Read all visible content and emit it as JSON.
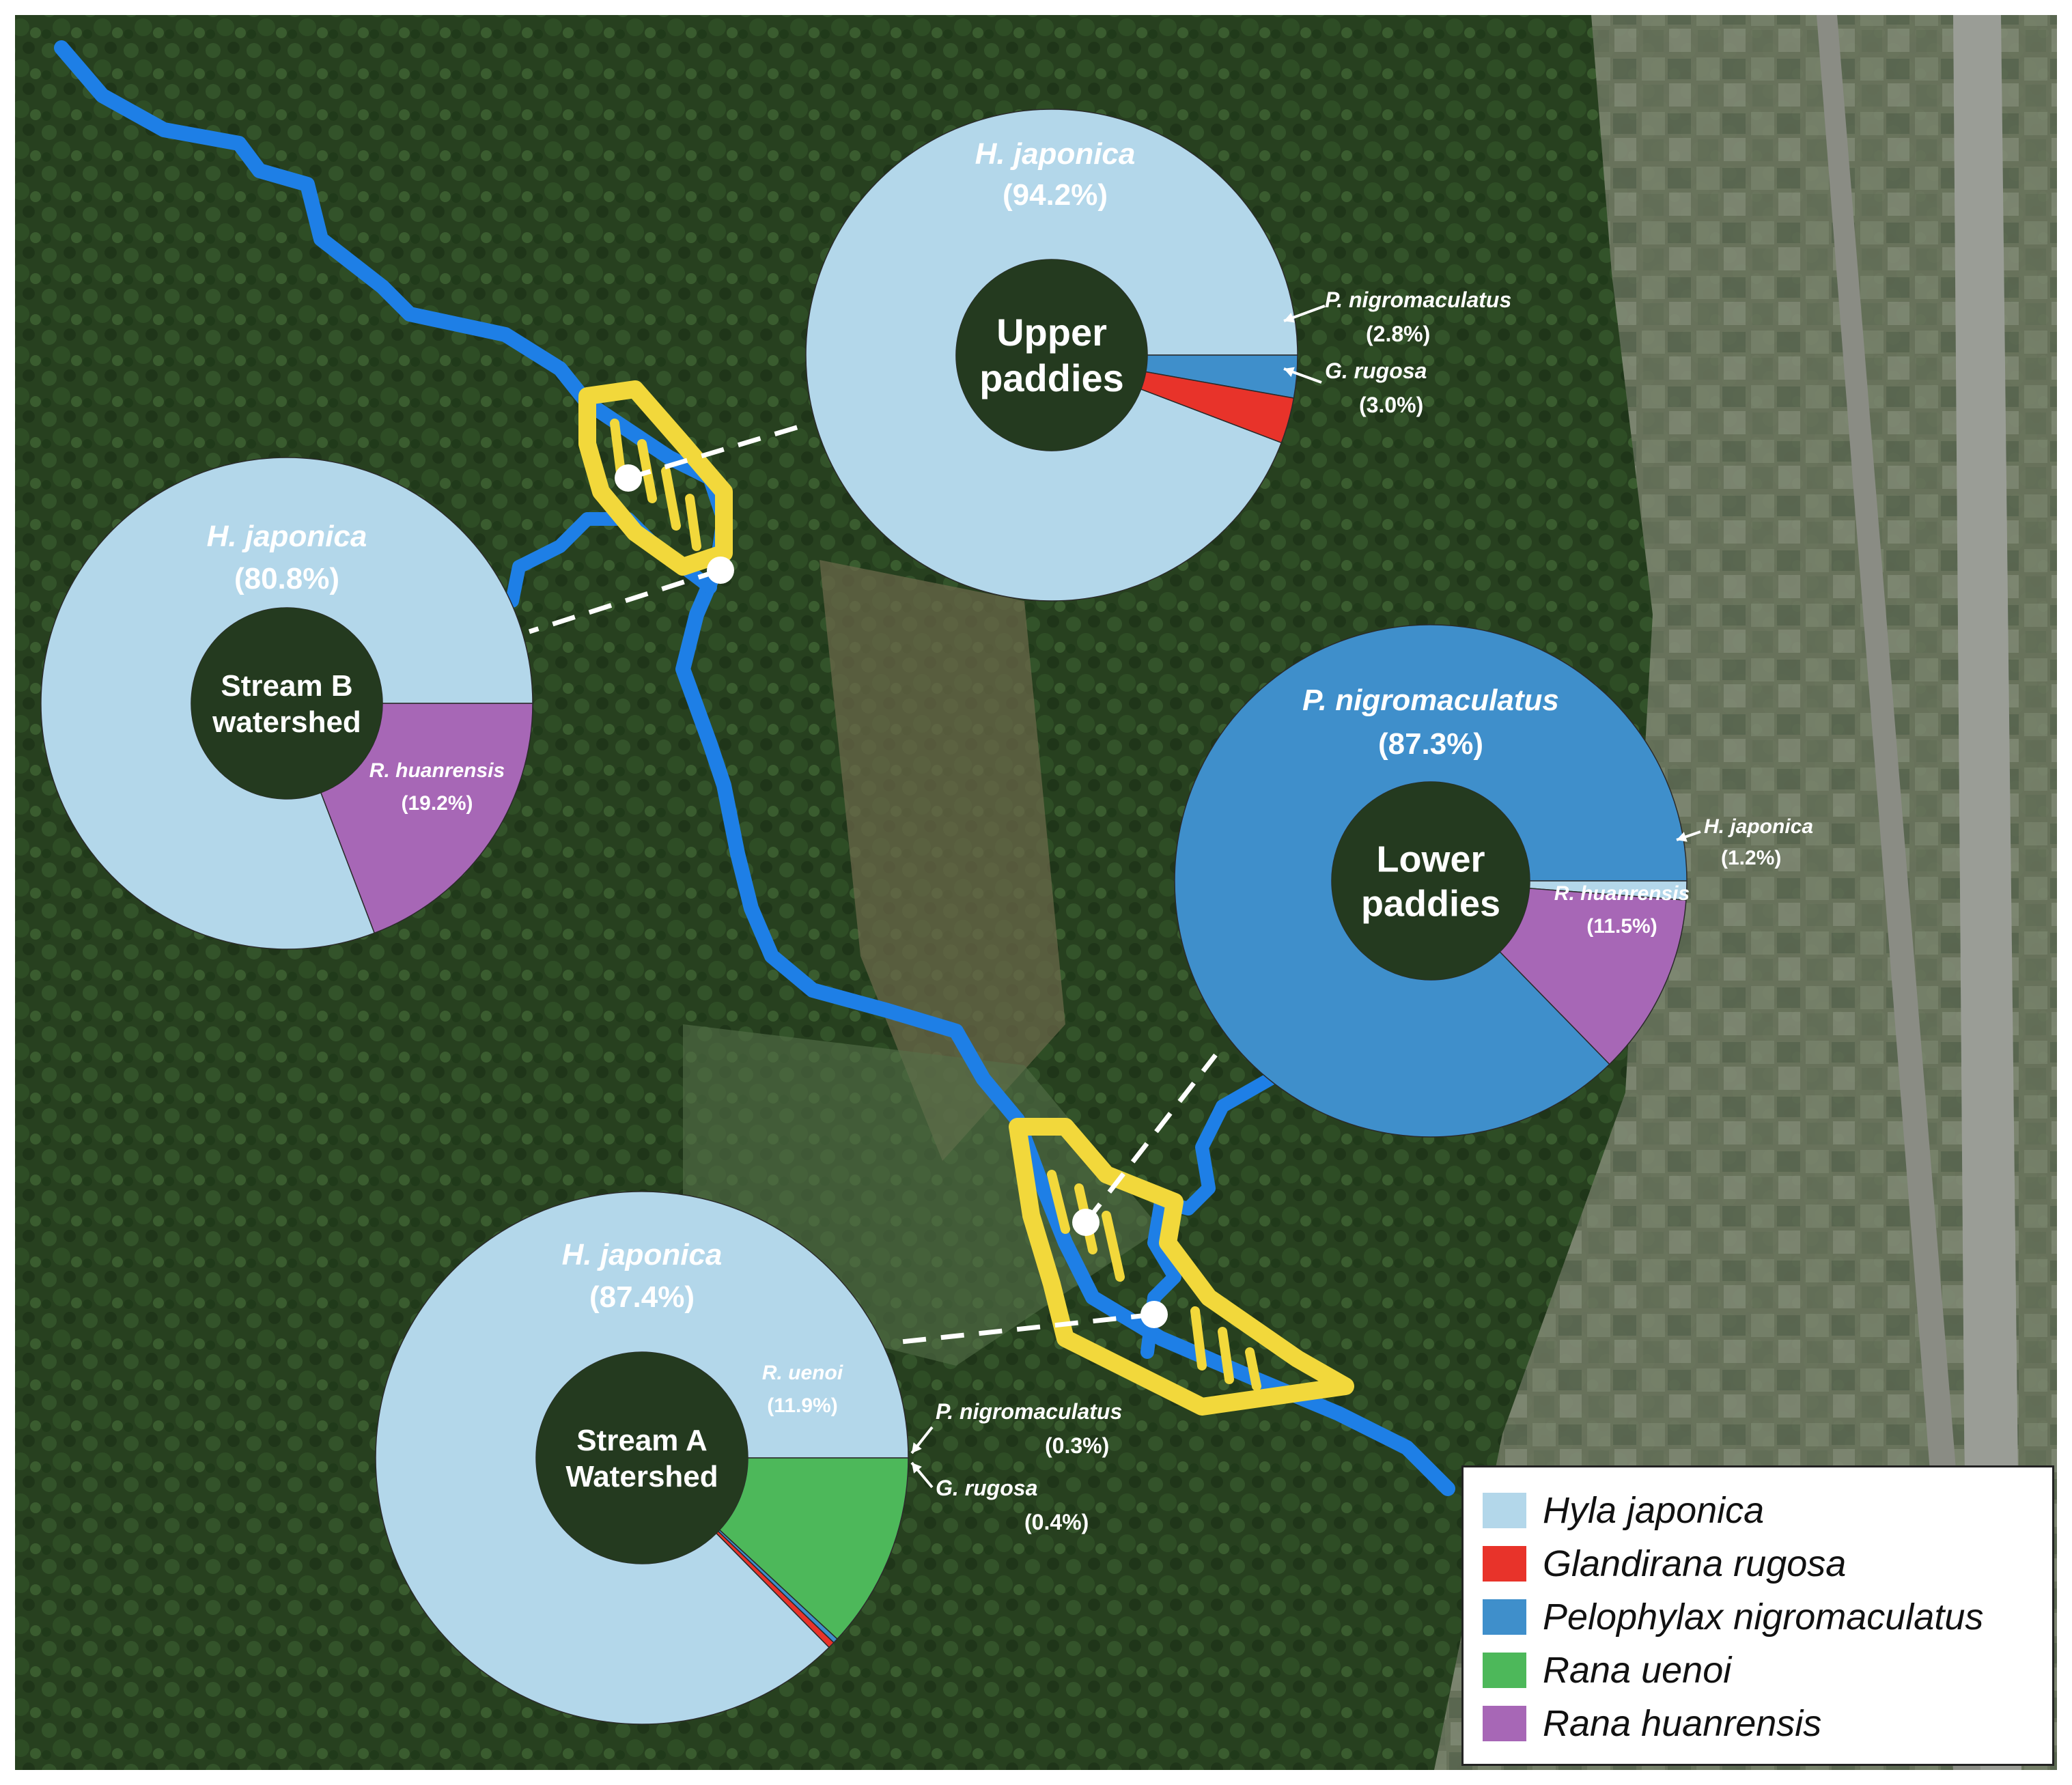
{
  "colors": {
    "hyla": "#b3d7ea",
    "glandirana": "#e8332a",
    "pelophylax": "#3f8fcb",
    "rana_uenoi": "#4db85a",
    "rana_huanrensis": "#a767b6",
    "stream": "#1e7fe6",
    "paddy": "#f2d83b"
  },
  "legend": [
    {
      "label": "Hyla japonica",
      "color_key": "hyla"
    },
    {
      "label": "Glandirana rugosa",
      "color_key": "glandirana"
    },
    {
      "label": "Pelophylax nigromaculatus",
      "color_key": "pelophylax"
    },
    {
      "label": "Rana uenoi",
      "color_key": "rana_uenoi"
    },
    {
      "label": "Rana huanrensis",
      "color_key": "rana_huanrensis"
    }
  ],
  "chart_data": [
    {
      "type": "pie",
      "center_label": [
        "Upper",
        "paddies"
      ],
      "slices": [
        {
          "species": "H. japonica",
          "value": 94.2,
          "label": "H. japonica",
          "pct": "(94.2%)",
          "color_key": "hyla"
        },
        {
          "species": "P. nigromaculatus",
          "value": 2.8,
          "label": "P. nigromaculatus",
          "pct": "(2.8%)",
          "color_key": "pelophylax"
        },
        {
          "species": "G. rugosa",
          "value": 3.0,
          "label": "G. rugosa",
          "pct": "(3.0%)",
          "color_key": "glandirana"
        }
      ]
    },
    {
      "type": "pie",
      "center_label": [
        "Stream B",
        "watershed"
      ],
      "slices": [
        {
          "species": "H. japonica",
          "value": 80.8,
          "label": "H. japonica",
          "pct": "(80.8%)",
          "color_key": "hyla"
        },
        {
          "species": "R. huanrensis",
          "value": 19.2,
          "label": "R. huanrensis",
          "pct": "(19.2%)",
          "color_key": "rana_huanrensis"
        }
      ]
    },
    {
      "type": "pie",
      "center_label": [
        "Lower",
        "paddies"
      ],
      "slices": [
        {
          "species": "P. nigromaculatus",
          "value": 87.3,
          "label": "P. nigromaculatus",
          "pct": "(87.3%)",
          "color_key": "pelophylax"
        },
        {
          "species": "H. japonica",
          "value": 1.2,
          "label": "H. japonica",
          "pct": "(1.2%)",
          "color_key": "hyla"
        },
        {
          "species": "R. huanrensis",
          "value": 11.5,
          "label": "R. huanrensis",
          "pct": "(11.5%)",
          "color_key": "rana_huanrensis"
        }
      ]
    },
    {
      "type": "pie",
      "center_label": [
        "Stream A",
        "Watershed"
      ],
      "slices": [
        {
          "species": "H. japonica",
          "value": 87.4,
          "label": "H. japonica",
          "pct": "(87.4%)",
          "color_key": "hyla"
        },
        {
          "species": "R. uenoi",
          "value": 11.9,
          "label": "R. uenoi",
          "pct": "(11.9%)",
          "color_key": "rana_uenoi"
        },
        {
          "species": "P. nigromaculatus",
          "value": 0.3,
          "label": "P. nigromaculatus",
          "pct": "(0.3%)",
          "color_key": "pelophylax"
        },
        {
          "species": "G. rugosa",
          "value": 0.4,
          "label": "G. rugosa",
          "pct": "(0.4%)",
          "color_key": "glandirana"
        }
      ]
    }
  ]
}
